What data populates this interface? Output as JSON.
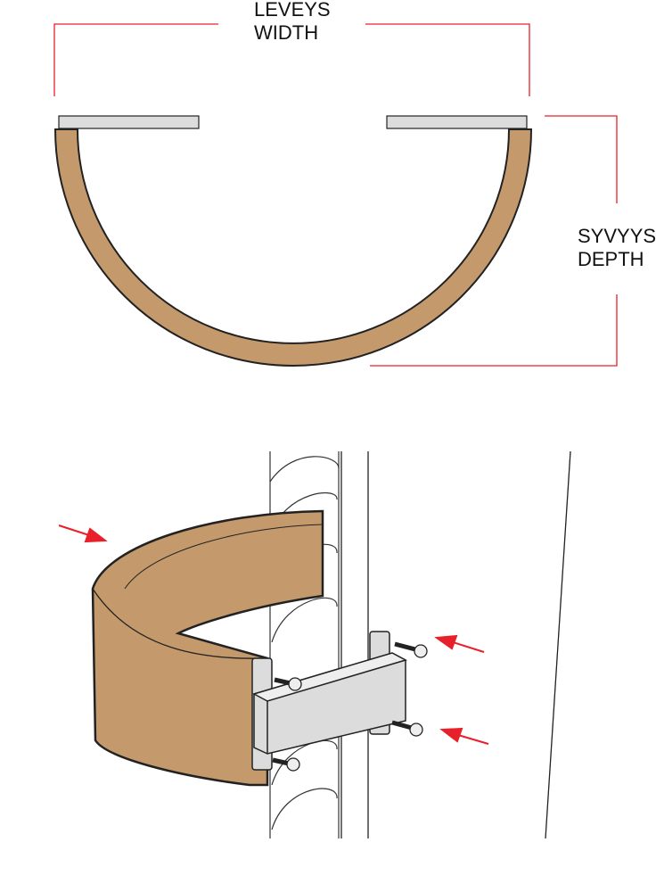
{
  "labels": {
    "width_line1": "LEVEYS",
    "width_line2": "WIDTH",
    "depth_line1": "SYVYYS",
    "depth_line2": "DEPTH"
  },
  "colors": {
    "dimension": "#e8202a",
    "cushion": "#c49a6c",
    "plate": "#dcdcdc",
    "arrow": "#e8202a"
  }
}
